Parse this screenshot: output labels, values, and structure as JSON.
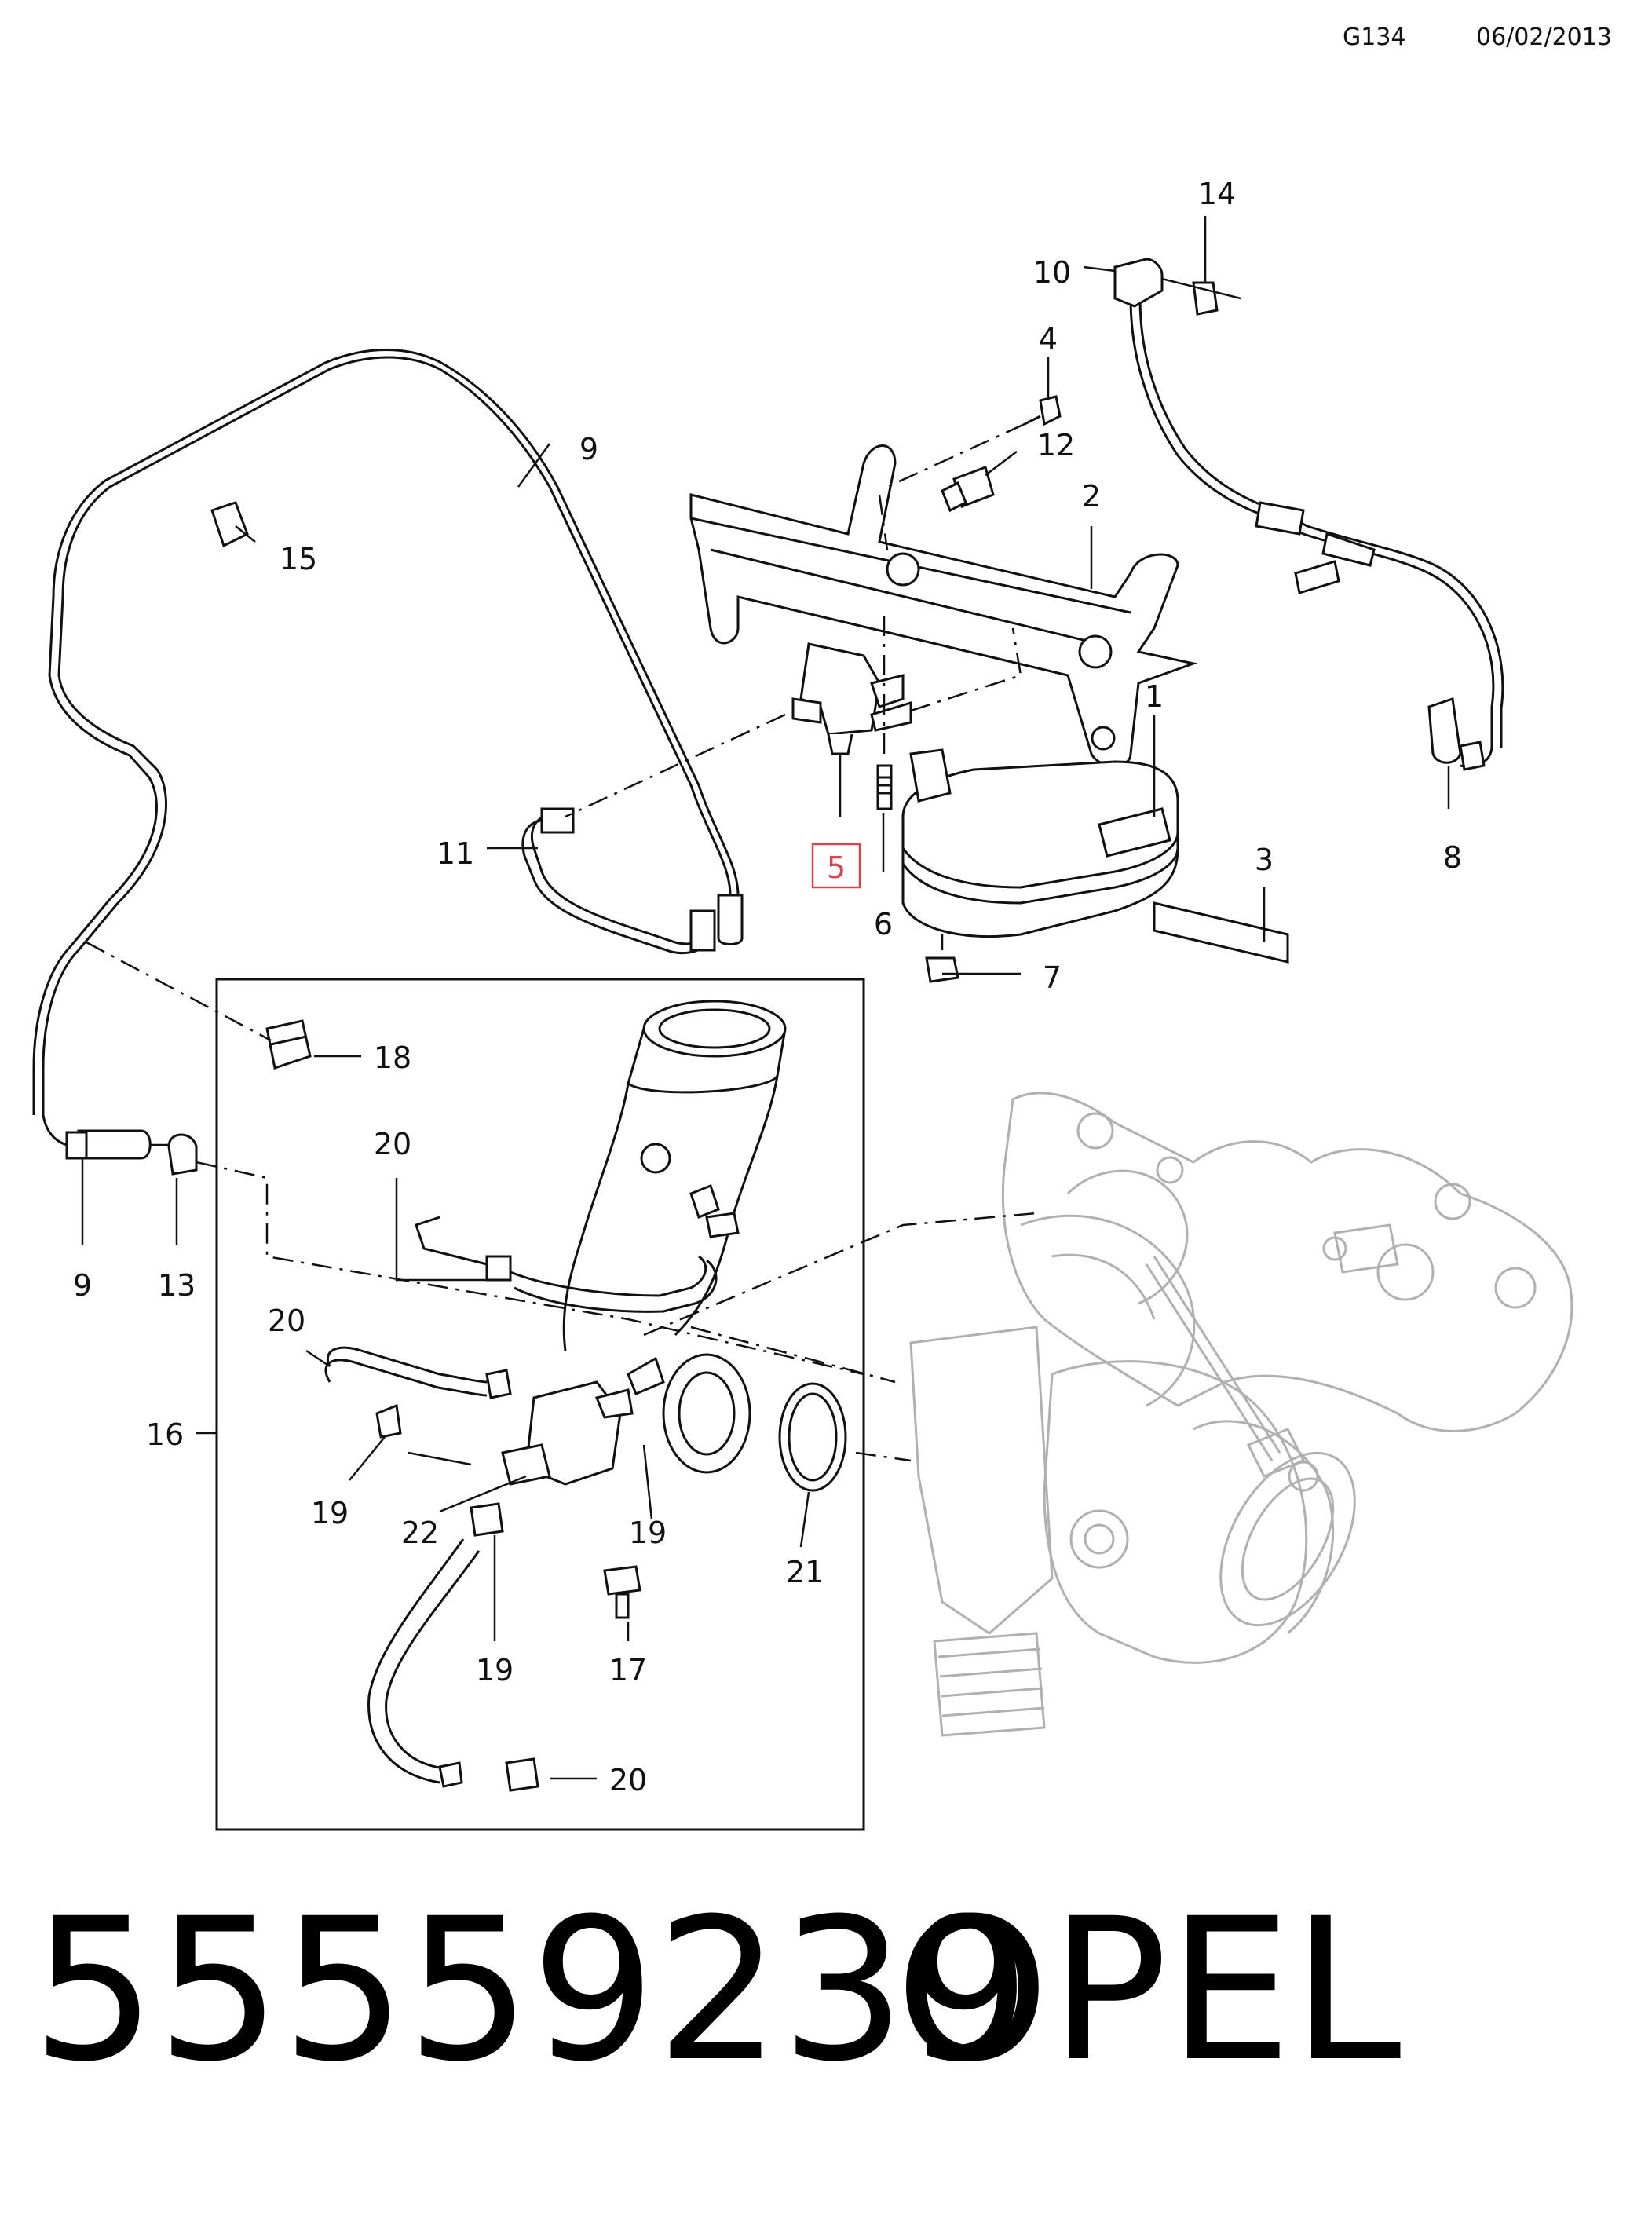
{
  "header": {
    "code": "G134",
    "date": "06/02/2013"
  },
  "callouts": {
    "c1": "1",
    "c2": "2",
    "c3": "3",
    "c4": "4",
    "c5": "5",
    "c6": "6",
    "c7": "7",
    "c8": "8",
    "c9a": "9",
    "c9b": "9",
    "c10": "10",
    "c11": "11",
    "c12": "12",
    "c13": "13",
    "c14": "14",
    "c15": "15",
    "c16": "16",
    "c17": "17",
    "c18": "18",
    "c19a": "19",
    "c19b": "19",
    "c19c": "19",
    "c20a": "20",
    "c20b": "20",
    "c20c": "20",
    "c21": "21",
    "c22": "22"
  },
  "highlight": {
    "color": "#d9434a"
  },
  "footer": {
    "part_number": "55559239",
    "brand": "OPEL"
  }
}
